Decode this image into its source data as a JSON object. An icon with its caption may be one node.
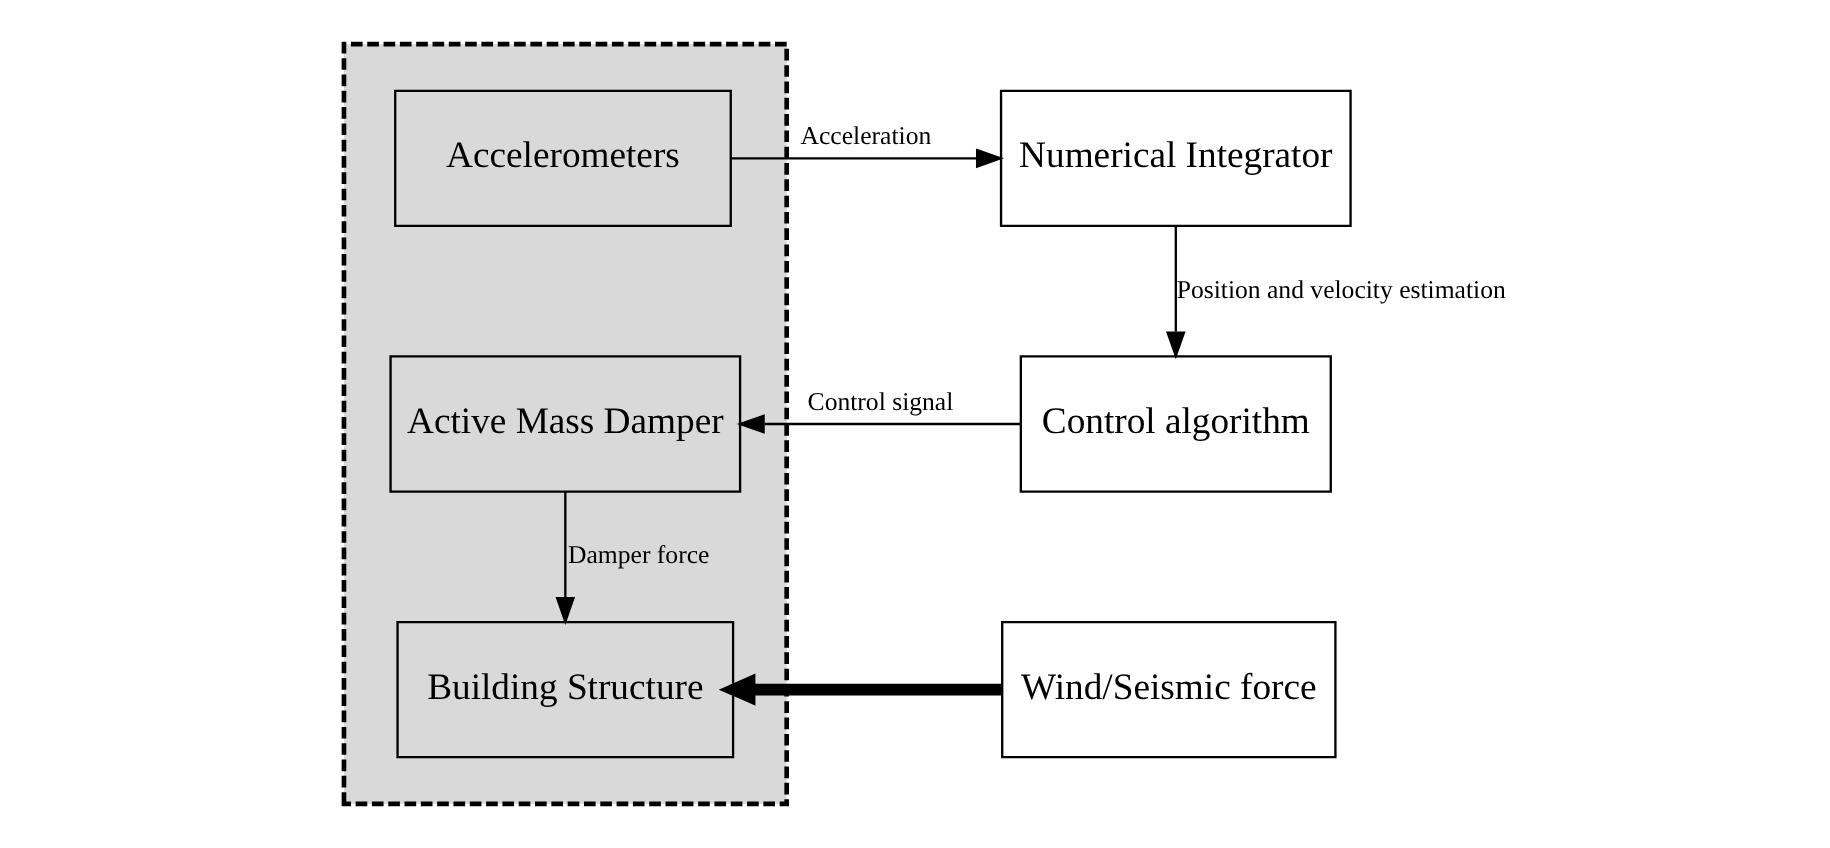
{
  "diagram": {
    "nodes": [
      {
        "text": [],
        "shape": "box"
      },
      {
        "text": [
          "Active Mass Damper"
        ],
        "in": 0
      },
      {
        "text": [
          "Building Structure"
        ],
        "in": 0
      },
      {
        "text": [
          "Accelerometers"
        ],
        "in": 0
      },
      {
        "text": [
          "Wind/Seismic force"
        ]
      },
      {
        "text": [
          "Control algorithm"
        ]
      },
      {
        "text": [
          "Numerical Integrator"
        ]
      }
    ],
    "edges": [
      {
        "from": 5,
        "to": 1,
        "arrow": "to",
        "label": "Control signal"
      },
      {
        "from": 1,
        "to": 2,
        "arrow": "to",
        "label": "Damper force"
      },
      {
        "from": 4,
        "to": 2,
        "arrow": "to",
        "style": "thick"
      },
      {
        "from": 3,
        "to": 6,
        "arrow": "to",
        "label": "Acceleration"
      },
      {
        "from": 6,
        "to": 5,
        "arrow": "to",
        "label": "Position and velocity estimation"
      }
    ]
  }
}
